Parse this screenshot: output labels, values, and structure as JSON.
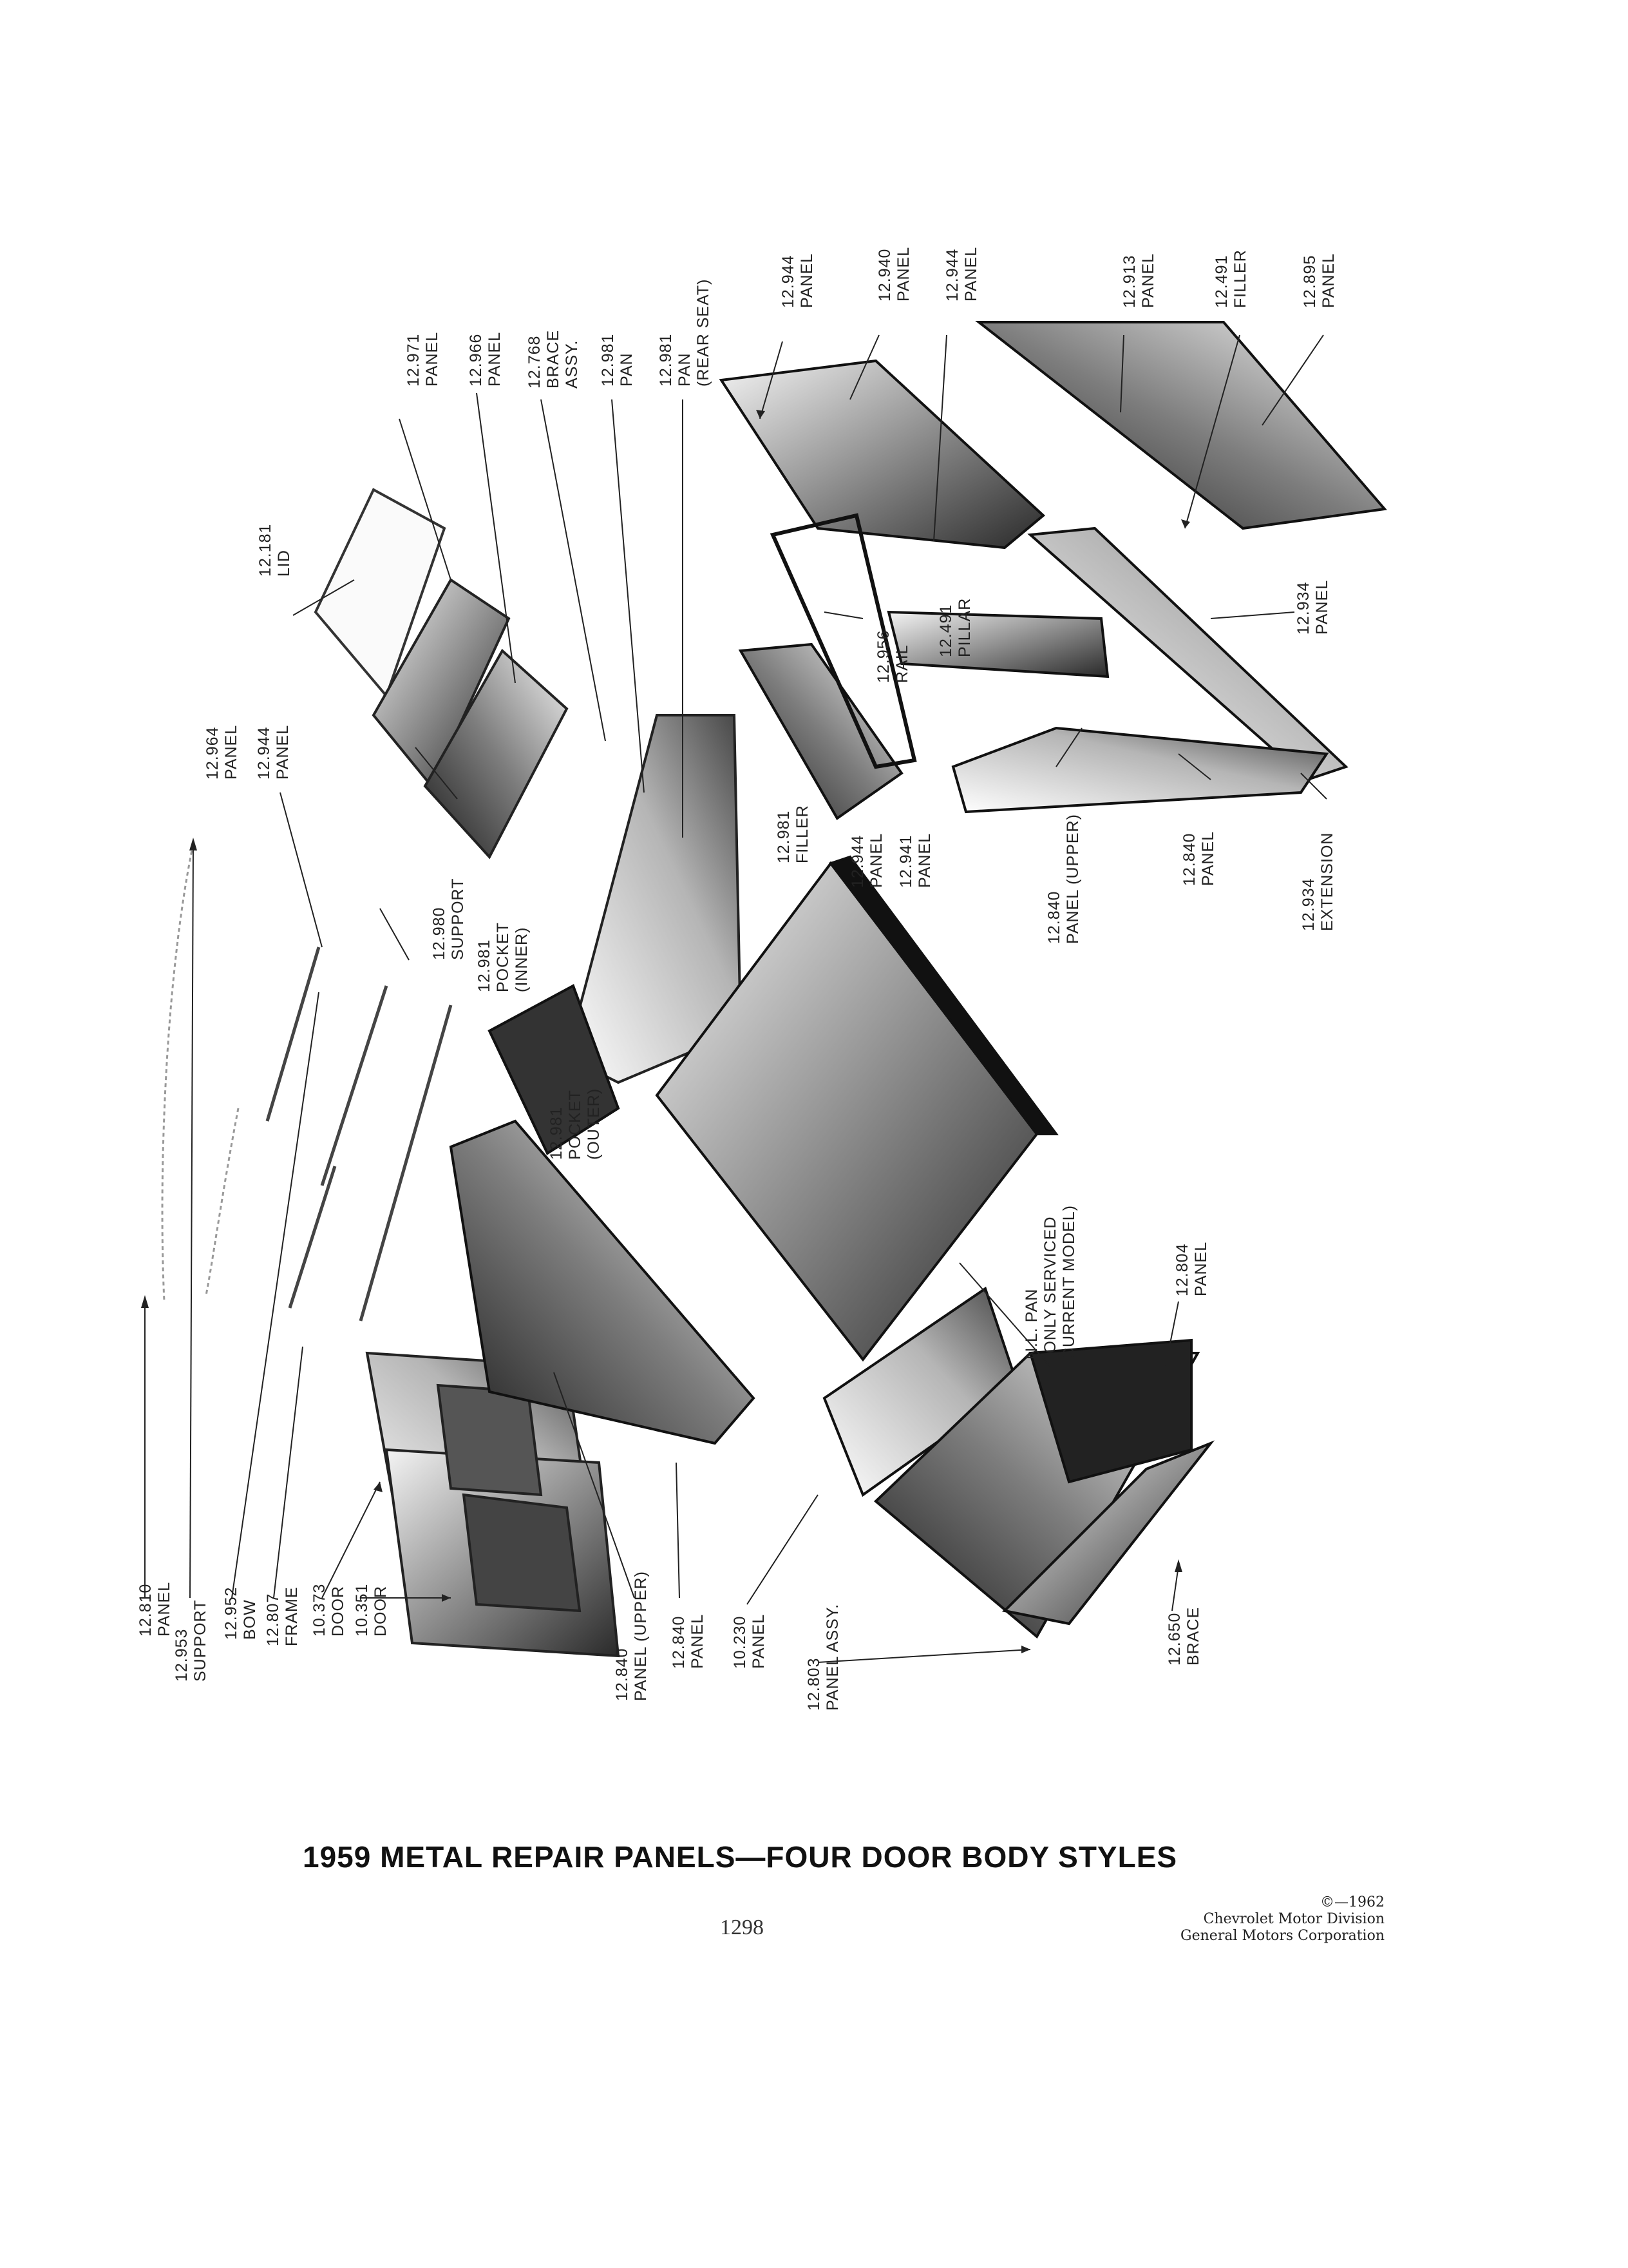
{
  "labels": [
    {
      "id": "l-12810-panel",
      "lines": [
        "12.810",
        "PANEL"
      ]
    },
    {
      "id": "l-12953-support",
      "lines": [
        "12.953",
        "SUPPORT"
      ]
    },
    {
      "id": "l-12952-bow",
      "lines": [
        "12.952",
        "BOW"
      ]
    },
    {
      "id": "l-12807-frame",
      "lines": [
        "12.807",
        "FRAME"
      ]
    },
    {
      "id": "l-10373-door",
      "lines": [
        "10.373",
        "DOOR"
      ]
    },
    {
      "id": "l-10351-door",
      "lines": [
        "10.351",
        "DOOR"
      ]
    },
    {
      "id": "l-12840-panel-upper-left",
      "lines": [
        "12.840",
        "PANEL (UPPER)"
      ]
    },
    {
      "id": "l-12840-panel-left",
      "lines": [
        "12.840",
        "PANEL"
      ]
    },
    {
      "id": "l-10230-panel",
      "lines": [
        "10.230",
        "PANEL"
      ]
    },
    {
      "id": "l-12803-panel-assy",
      "lines": [
        "12.803",
        "PANEL ASSY."
      ]
    },
    {
      "id": "l-12650-brace",
      "lines": [
        "12.650",
        "BRACE"
      ]
    },
    {
      "id": "l-12804-panel",
      "lines": [
        "12.804",
        "PANEL"
      ]
    },
    {
      "id": "l-nl-pan",
      "lines": [
        "N.L. PAN",
        "(ONLY SERVICED",
        "CURRENT MODEL)"
      ]
    },
    {
      "id": "l-12981-pocket-outer",
      "lines": [
        "12.981",
        "POCKET",
        "(OUTER)"
      ]
    },
    {
      "id": "l-12981-pocket-inner",
      "lines": [
        "12.981",
        "POCKET",
        "(INNER)"
      ]
    },
    {
      "id": "l-12980-support",
      "lines": [
        "12.980",
        "SUPPORT"
      ]
    },
    {
      "id": "l-12944-panel-a",
      "lines": [
        "12.944",
        "PANEL"
      ]
    },
    {
      "id": "l-12964-panel",
      "lines": [
        "12.964",
        "PANEL"
      ]
    },
    {
      "id": "l-12181-lid",
      "lines": [
        "12.181",
        "LID"
      ]
    },
    {
      "id": "l-12971-panel",
      "lines": [
        "12.971",
        "PANEL"
      ]
    },
    {
      "id": "l-12966-panel",
      "lines": [
        "12.966",
        "PANEL"
      ]
    },
    {
      "id": "l-12768-brace",
      "lines": [
        "12.768",
        "BRACE",
        "ASSY."
      ]
    },
    {
      "id": "l-12981-pan",
      "lines": [
        "12.981",
        "PAN"
      ]
    },
    {
      "id": "l-12981-pan-rear",
      "lines": [
        "12.981",
        "PAN",
        "(REAR SEAT)"
      ]
    },
    {
      "id": "l-12981-filler",
      "lines": [
        "12.981",
        "FILLER"
      ]
    },
    {
      "id": "l-12944-panel-b",
      "lines": [
        "12.944",
        "PANEL"
      ]
    },
    {
      "id": "l-12941-panel",
      "lines": [
        "12.941",
        "PANEL"
      ]
    },
    {
      "id": "l-12944-panel-top1",
      "lines": [
        "12.944",
        "PANEL"
      ]
    },
    {
      "id": "l-12940-panel",
      "lines": [
        "12.940",
        "PANEL"
      ]
    },
    {
      "id": "l-12944-panel-top2",
      "lines": [
        "12.944",
        "PANEL"
      ]
    },
    {
      "id": "l-12913-panel",
      "lines": [
        "12.913",
        "PANEL"
      ]
    },
    {
      "id": "l-12491-filler",
      "lines": [
        "12.491",
        "FILLER"
      ]
    },
    {
      "id": "l-12895-panel",
      "lines": [
        "12.895",
        "PANEL"
      ]
    },
    {
      "id": "l-12956-rail",
      "lines": [
        "12.956",
        "RAIL"
      ]
    },
    {
      "id": "l-12491-pillar",
      "lines": [
        "12.491",
        "PILLAR"
      ]
    },
    {
      "id": "l-12934-panel",
      "lines": [
        "12.934",
        "PANEL"
      ]
    },
    {
      "id": "l-12840-panel-upper-right",
      "lines": [
        "12.840",
        "PANEL (UPPER)"
      ]
    },
    {
      "id": "l-12840-panel-right",
      "lines": [
        "12.840",
        "PANEL"
      ]
    },
    {
      "id": "l-12934-extension",
      "lines": [
        "12.934",
        "EXTENSION"
      ]
    }
  ],
  "title": "1959 METAL REPAIR PANELS—FOUR DOOR BODY STYLES",
  "page_number": "1298",
  "copyright": {
    "line1": "©—1962",
    "line2": "Chevrolet Motor Division",
    "line3": "General Motors Corporation"
  }
}
